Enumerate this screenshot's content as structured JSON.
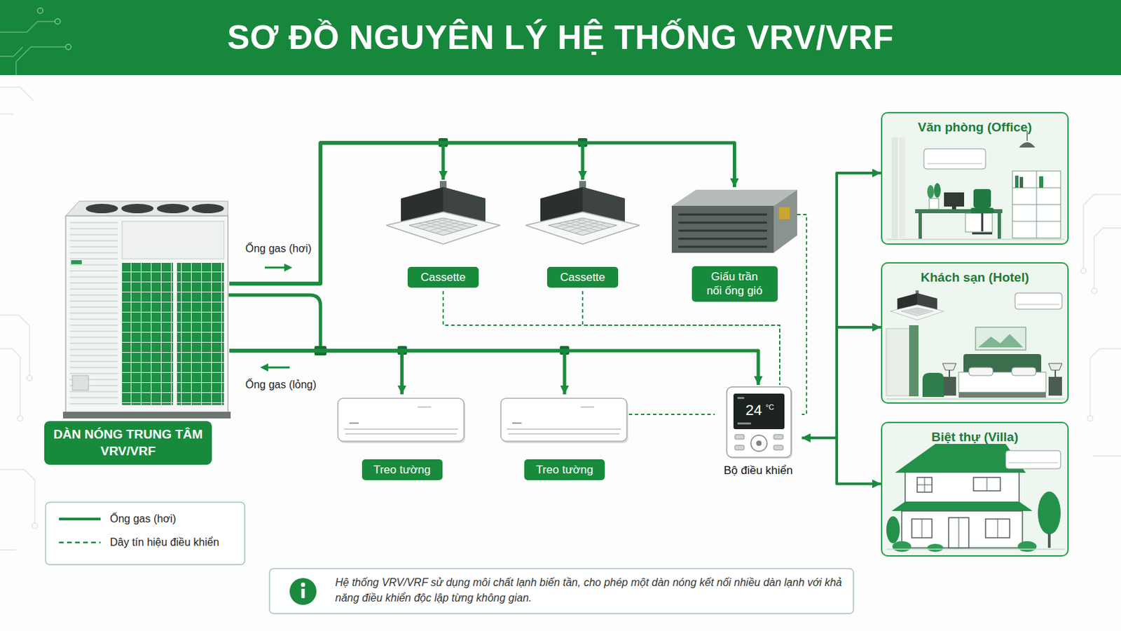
{
  "diagram": {
    "title": "SƠ ĐỒ NGUYÊN LÝ HỆ THỐNG VRV/VRF",
    "caption": "Hệ thống VRV/VRF sử dụng môi chất lạnh biến tần, cho phép một dàn nóng kết nối nhiều dàn lạnh với khả năng điều khiển độc lập từng không gian.",
    "nodes": [
      {
        "text": [
          "DÀN NÓNG TRUNG TÂM VRV/VRF"
        ]
      },
      {
        "text": [
          "Cassette"
        ]
      },
      {
        "text": [
          "Cassette"
        ]
      },
      {
        "text": [
          "Giấu trần nối ống gió"
        ]
      },
      {
        "text": [
          "Treo tường"
        ]
      },
      {
        "text": [
          "Treo tường"
        ]
      },
      {
        "text": [
          "Bộ điều khiển"
        ]
      },
      {
        "text": [
          "Văn phòng (Office)"
        ]
      },
      {
        "text": [
          "Khách sạn (Hotel)"
        ]
      },
      {
        "text": [
          "Biệt thự (Villa)"
        ]
      }
    ],
    "edges": [
      {
        "from": 0,
        "to": 1,
        "arrow": "to"
      },
      {
        "from": 0,
        "to": 2,
        "arrow": "to"
      },
      {
        "from": 0,
        "to": 3,
        "arrow": "to"
      },
      {
        "from": 0,
        "to": 4,
        "arrow": "to"
      },
      {
        "from": 0,
        "to": 5,
        "arrow": "to"
      },
      {
        "from": 0,
        "to": 6,
        "arrow": "to"
      },
      {
        "from": 1,
        "to": 6,
        "arrow": "none"
      },
      {
        "from": 2,
        "to": 6,
        "arrow": "none"
      },
      {
        "from": 3,
        "to": 6,
        "arrow": "none"
      },
      {
        "from": 5,
        "to": 6,
        "arrow": "none"
      },
      {
        "from": 6,
        "to": 7,
        "arrow": "both"
      },
      {
        "from": 6,
        "to": 8,
        "arrow": "both"
      },
      {
        "from": 6,
        "to": 9,
        "arrow": "both"
      }
    ],
    "labels": [
      "Ống gas (hơi)",
      "Ống gas (lỏng)",
      "24",
      "°C"
    ],
    "legend": [
      {
        "text": "Ống gas (hơi)"
      },
      {
        "text": "Dây tín hiệu điều khiển"
      }
    ]
  }
}
